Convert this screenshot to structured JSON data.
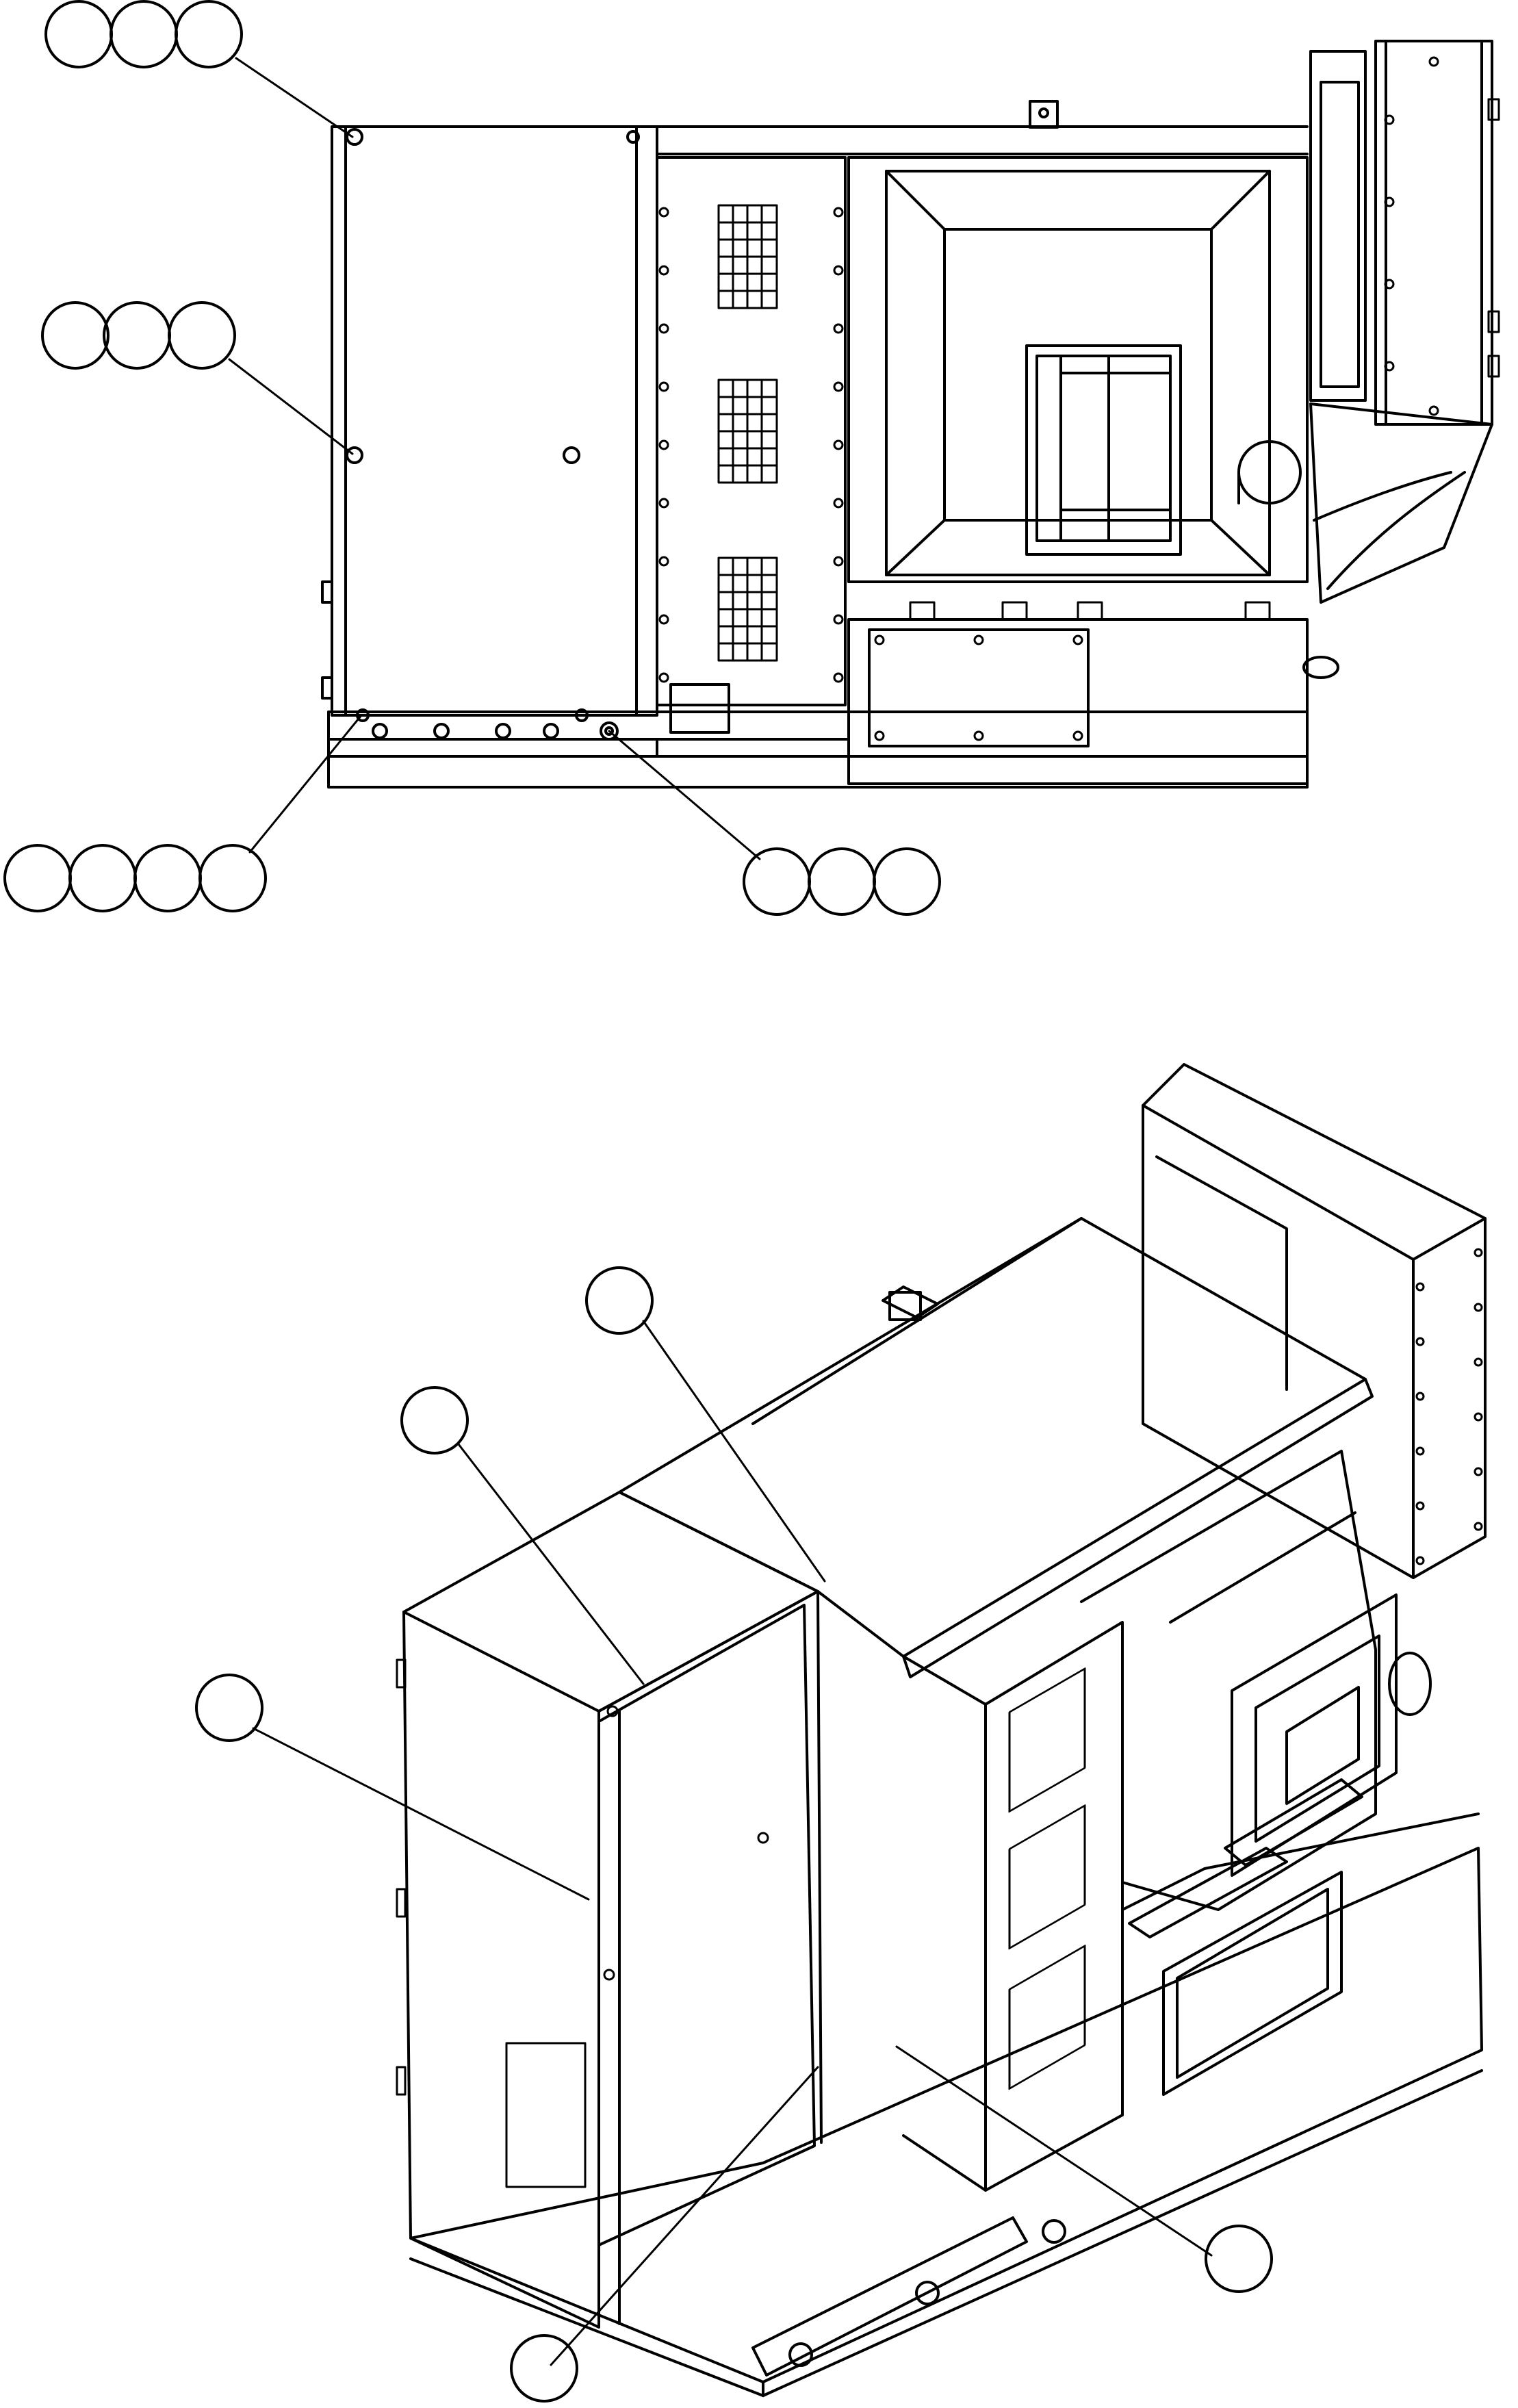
{
  "figure": {
    "id_text": "",
    "background": "#ffffff",
    "line_color": "#000000"
  },
  "top_view": {
    "callout_groups": [
      {
        "name": "callout-group-top-left",
        "circles": [
          "",
          "",
          ""
        ]
      },
      {
        "name": "callout-group-mid-left",
        "circles": [
          "",
          "",
          ""
        ]
      },
      {
        "name": "callout-group-bottom-left",
        "circles": [
          "",
          "",
          "",
          ""
        ]
      },
      {
        "name": "callout-group-bottom-right",
        "circles": [
          "",
          "",
          ""
        ]
      }
    ]
  },
  "iso_view": {
    "callouts": [
      {
        "name": "callout-upper-center",
        "label": ""
      },
      {
        "name": "callout-upper-left",
        "label": ""
      },
      {
        "name": "callout-mid-left",
        "label": ""
      },
      {
        "name": "callout-lower-right",
        "label": ""
      },
      {
        "name": "callout-bottom-center",
        "label": ""
      }
    ]
  }
}
